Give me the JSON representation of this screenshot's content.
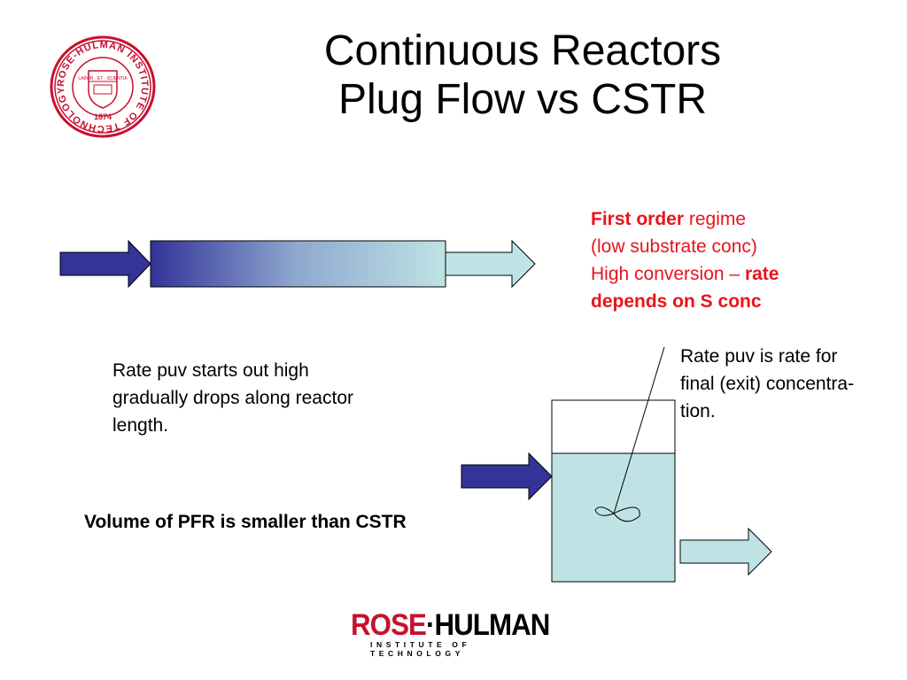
{
  "slide": {
    "title_line1": "Continuous Reactors",
    "title_line2": "Plug Flow vs CSTR"
  },
  "seal": {
    "text": "ROSE-HULMAN INSTITUTE OF TECHNOLOGY",
    "year": "1874",
    "motto": "LABOR · ET · SCIENTIA"
  },
  "first_order_box": {
    "line1_bold": "First order",
    "line1_rest": " regime",
    "line2": "(low substrate conc)",
    "line3_plain": "High conversion – ",
    "line3_bold": "rate",
    "line4_bold": "depends on S conc"
  },
  "pfr_note": {
    "line1": "Rate puv starts out high",
    "line2": "gradually drops along reactor",
    "line3": "length."
  },
  "cstr_note": {
    "line1": "Rate puv is rate for",
    "line2": "final (exit) concentra-",
    "line3": "tion."
  },
  "conclusion": "Volume of PFR is smaller than CSTR",
  "footer_logo": {
    "name_part1": "ROSE",
    "name_part2": "HULMAN",
    "subtitle": "INSTITUTE OF TECHNOLOGY"
  },
  "colors": {
    "arrow_blue": "#333399",
    "light_teal": "#bfe3e5",
    "brand_red": "#c8102e",
    "text_red": "#e8141c"
  }
}
